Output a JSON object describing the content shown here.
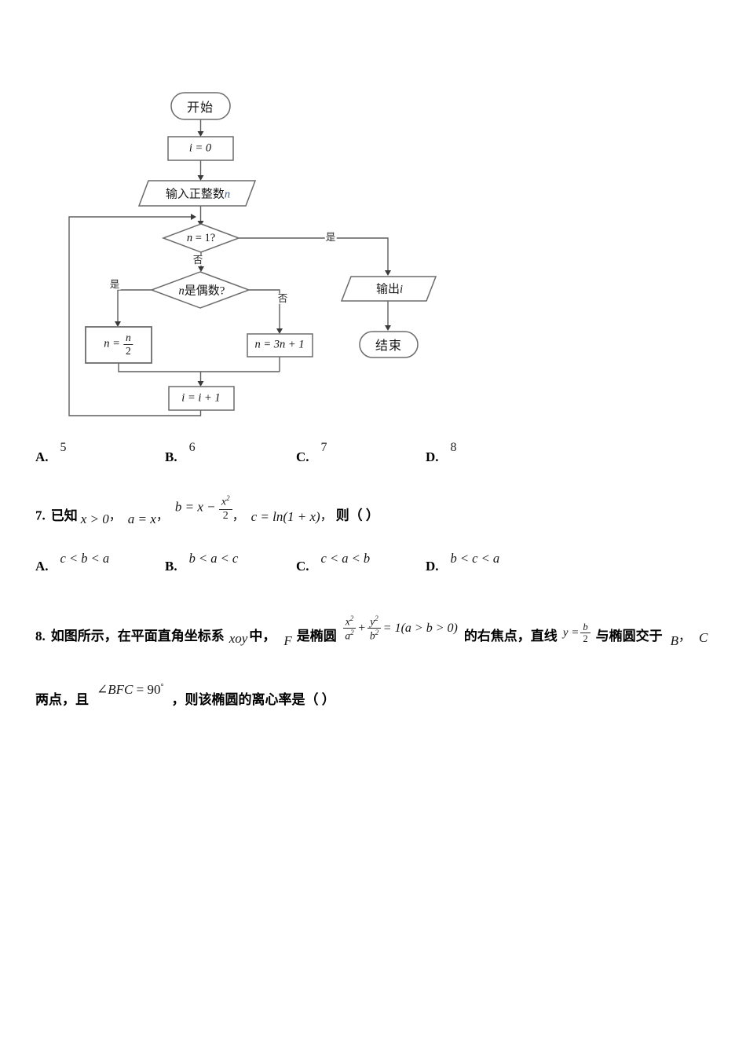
{
  "page": {
    "background": "#ffffff"
  },
  "flowchart": {
    "line_color": "#5f5f5f",
    "shape_border_color": "#6b6b6b",
    "input_var_color": "#3d5f94",
    "start": "开始",
    "init": "i = 0",
    "input_label": "输入正整数",
    "input_var": "n",
    "cond1_var": "n",
    "cond1_rest": " = 1?",
    "no1": "否",
    "yes1": "是",
    "cond2_var": "n",
    "cond2_rest": "是偶数?",
    "yes2": "是",
    "no2": "否",
    "half_prefix": "n =",
    "half_num": "n",
    "half_den": "2",
    "triple": "n = 3n + 1",
    "incr": "i = i + 1",
    "output_label": "输出",
    "output_var": "i",
    "end": "结束"
  },
  "options_row1": {
    "items": [
      {
        "label": "A.",
        "value": "5"
      },
      {
        "label": "B.",
        "value": "6"
      },
      {
        "label": "C.",
        "value": "7"
      },
      {
        "label": "D.",
        "value": "8"
      }
    ]
  },
  "q7": {
    "number": "7.",
    "known": "已知",
    "cond": "x > 0",
    "comma1": "，",
    "a_eq": "a = x",
    "comma2": "，",
    "b_prefix": "b = x − ",
    "b_num_base": "x",
    "b_num_sup": "2",
    "b_den": "2",
    "comma3": "，",
    "c_eq": "c = ln(1 + x)",
    "comma4": "，",
    "then": "则（  ）",
    "options": [
      {
        "label": "A.",
        "value": "c < b < a"
      },
      {
        "label": "B.",
        "value": "b < a < c"
      },
      {
        "label": "C.",
        "value": "c < a < b"
      },
      {
        "label": "D.",
        "value": "b < c < a"
      }
    ]
  },
  "q8": {
    "number": "8.",
    "part1": "如图所示，在平面直角坐标系",
    "xoy": "xoy",
    "zhong": "中，",
    "F": "F",
    "part2": "是椭圆",
    "f1_num_base": "x",
    "f1_num_sup": "2",
    "f1_den_base": "a",
    "f1_den_sup": "2",
    "plus": "+",
    "f2_num_base": "y",
    "f2_num_sup": "2",
    "f2_den_base": "b",
    "f2_den_sup": "2",
    "eq_tail": "= 1(a > b > 0)",
    "part3": "的右焦点，直线",
    "line_prefix": "y =",
    "line_num": "b",
    "line_den": "2",
    "part4": "与椭圆交于",
    "B": "B",
    "comma": "，",
    "C": "C",
    "part5": "两点，且",
    "angle": "∠BFC",
    "eq90": " = 90",
    "deg": "°",
    "part6": "，则该椭圆的离心率是（   ）"
  }
}
